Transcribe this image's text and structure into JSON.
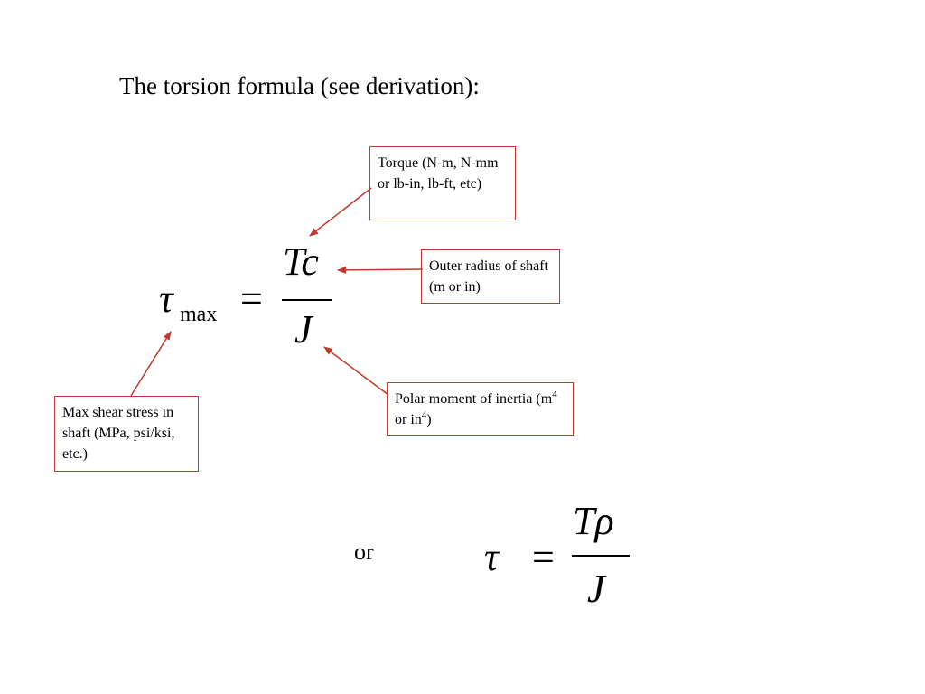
{
  "slide": {
    "title": "The torsion formula (see derivation):",
    "or_text": "or"
  },
  "formula_main": {
    "lhs_symbol": "τ",
    "lhs_subscript": "max",
    "equals": "=",
    "numerator": "Tc",
    "denominator": "J"
  },
  "formula_alt": {
    "lhs_symbol": "τ",
    "equals": "=",
    "numerator": "Tρ",
    "denominator": "J"
  },
  "callouts": {
    "torque": "Torque (N-m, N-mm or lb-in, lb-ft, etc)",
    "outer_radius": "Outer radius of shaft (m or in)",
    "polar_moment_prefix": "Polar moment of inertia (m",
    "polar_moment_exp": "4",
    "polar_moment_mid": " or in",
    "polar_moment_suffix": ")",
    "max_shear": "Max shear stress in shaft (MPa, psi/ksi, etc.)"
  },
  "colors": {
    "callout_border": "#c0392b",
    "arrow": "#c0392b",
    "text": "#000000",
    "background": "#ffffff"
  }
}
